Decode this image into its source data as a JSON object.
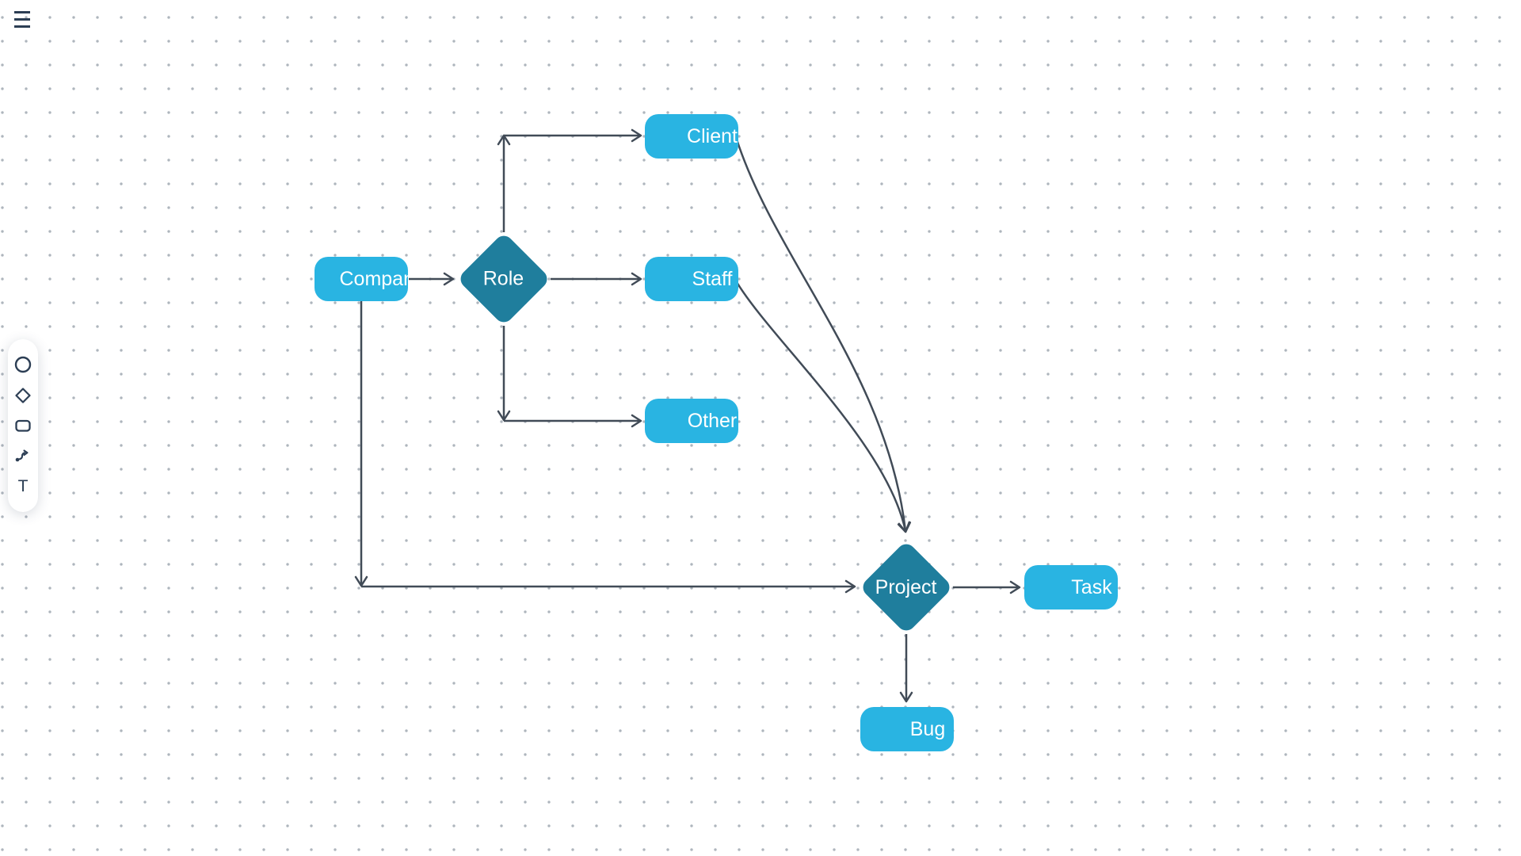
{
  "app": {
    "kind": "flowchart-diagram-editor"
  },
  "menu": {
    "icon": "hamburger-menu-icon"
  },
  "toolbar": {
    "tools": [
      {
        "name": "circle-shape",
        "icon": "circle-icon"
      },
      {
        "name": "diamond-shape",
        "icon": "diamond-icon"
      },
      {
        "name": "rectangle-shape",
        "icon": "rectangle-icon"
      },
      {
        "name": "connector-line",
        "icon": "connector-arrow-icon"
      },
      {
        "name": "text-tool",
        "icon": "text-tool-icon",
        "glyph": "T"
      }
    ]
  },
  "colors": {
    "node_fill": "#29b4e2",
    "decision_fill": "#1f7e9d",
    "node_text": "#ffffff",
    "edge_stroke": "#414b57",
    "toolbar_icon": "#2c3e54",
    "grid_dot": "#aeb5bd",
    "background": "#ffffff"
  },
  "diagram": {
    "nodes": [
      {
        "id": "company",
        "shape": "rounded-rect",
        "label": "Company"
      },
      {
        "id": "role",
        "shape": "diamond",
        "label": "Role"
      },
      {
        "id": "client",
        "shape": "rounded-rect",
        "label": "Client"
      },
      {
        "id": "staff",
        "shape": "rounded-rect",
        "label": "Staff"
      },
      {
        "id": "other",
        "shape": "rounded-rect",
        "label": "Other"
      },
      {
        "id": "project",
        "shape": "diamond",
        "label": "Project"
      },
      {
        "id": "task",
        "shape": "rounded-rect",
        "label": "Task"
      },
      {
        "id": "bug",
        "shape": "rounded-rect",
        "label": "Bug"
      }
    ],
    "edges": [
      {
        "from": "company",
        "to": "role"
      },
      {
        "from": "role",
        "to": "client"
      },
      {
        "from": "role",
        "to": "staff"
      },
      {
        "from": "role",
        "to": "other"
      },
      {
        "from": "client",
        "to": "project"
      },
      {
        "from": "staff",
        "to": "project"
      },
      {
        "from": "company",
        "to": "project"
      },
      {
        "from": "project",
        "to": "task"
      },
      {
        "from": "project",
        "to": "bug"
      }
    ]
  }
}
